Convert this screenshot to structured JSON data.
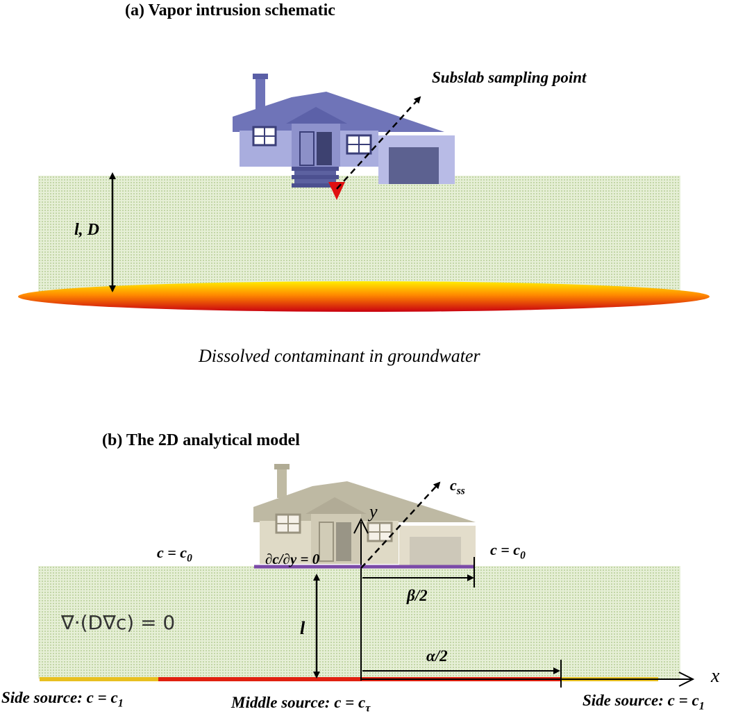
{
  "panel_a": {
    "title": "(a) Vapor intrusion schematic",
    "sampling_label": "Subslab sampling point",
    "depth_label": "l, D",
    "source_label": "Dissolved contaminant in groundwater"
  },
  "panel_b": {
    "title": "(b) The 2D analytical model",
    "css_label_main": "c",
    "css_label_sub": "ss",
    "y_axis_label": "y",
    "x_axis_label": "x",
    "left_bc_main": "c = c",
    "left_bc_sub": "0",
    "right_bc_main": "c = c",
    "right_bc_sub": "0",
    "slab_bc": "∂c/∂y = 0",
    "beta_label": "β/2",
    "depth_label": "l",
    "alpha_label": "α/2",
    "equation": "∇·(D∇c) = 0",
    "side_source_left_main": "Side source: c = c",
    "side_source_left_sub": "1",
    "middle_source_main": "Middle source: c = c",
    "middle_source_sub": "τ",
    "side_source_right_main": "Side source: c = c",
    "side_source_right_sub": "1"
  },
  "colors": {
    "house_a": "#9a9ed6",
    "house_b": "#d8d2bc",
    "slab": "#7b4aa8",
    "middle_source": "#e02010",
    "side_source": "#e8c020",
    "sampling_marker": "#e01010"
  }
}
